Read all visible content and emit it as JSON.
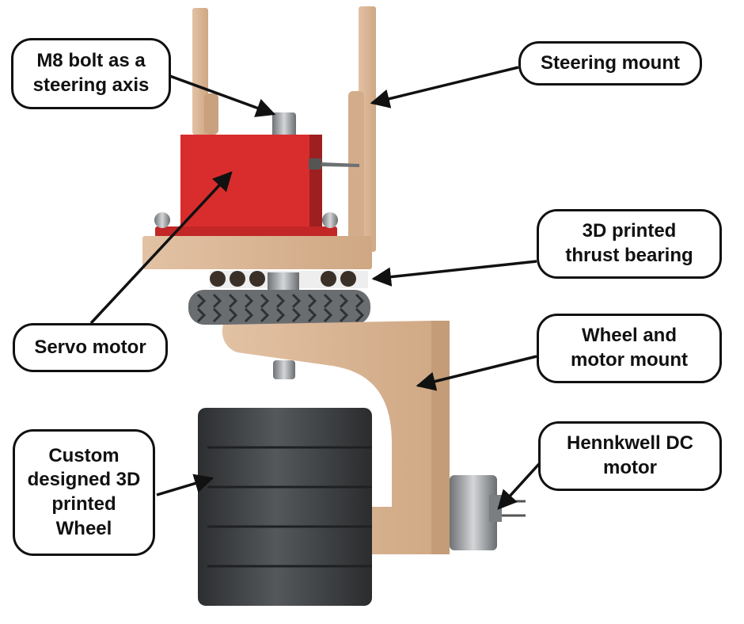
{
  "colors": {
    "wood": "#d8b393",
    "wood_shadow": "#b8916f",
    "servo_red": "#d92d2d",
    "wheel_dark": "#3e4042",
    "metal": "#8a8d90",
    "outline": "#111111"
  },
  "labels": {
    "bolt": "M8 bolt as a\nsteering axis",
    "steering_mount": "Steering mount",
    "thrust_bearing": "3D printed\nthrust bearing",
    "servo": "Servo motor",
    "wheel_mount": "Wheel and\nmotor mount",
    "dc_motor": "Hennkwell DC\nmotor",
    "wheel": "Custom\ndesigned 3D\nprinted\nWheel"
  }
}
